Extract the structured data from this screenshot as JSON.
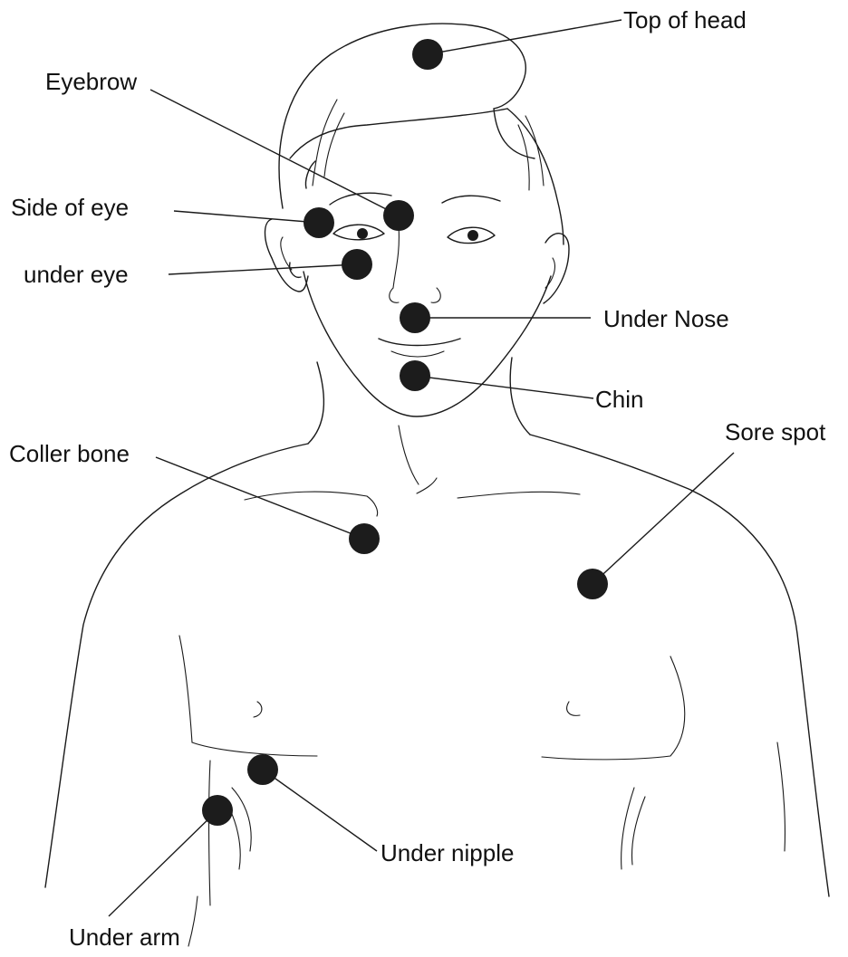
{
  "diagram": {
    "points": [
      {
        "id": "top-of-head",
        "label": "Top of head"
      },
      {
        "id": "eyebrow",
        "label": "Eyebrow"
      },
      {
        "id": "side-of-eye",
        "label": "Side of eye"
      },
      {
        "id": "under-eye",
        "label": "under eye"
      },
      {
        "id": "under-nose",
        "label": "Under Nose"
      },
      {
        "id": "chin",
        "label": "Chin"
      },
      {
        "id": "collar-bone",
        "label": "Coller bone"
      },
      {
        "id": "sore-spot",
        "label": "Sore spot"
      },
      {
        "id": "under-nipple",
        "label": "Under nipple"
      },
      {
        "id": "under-arm",
        "label": "Under arm"
      }
    ]
  }
}
